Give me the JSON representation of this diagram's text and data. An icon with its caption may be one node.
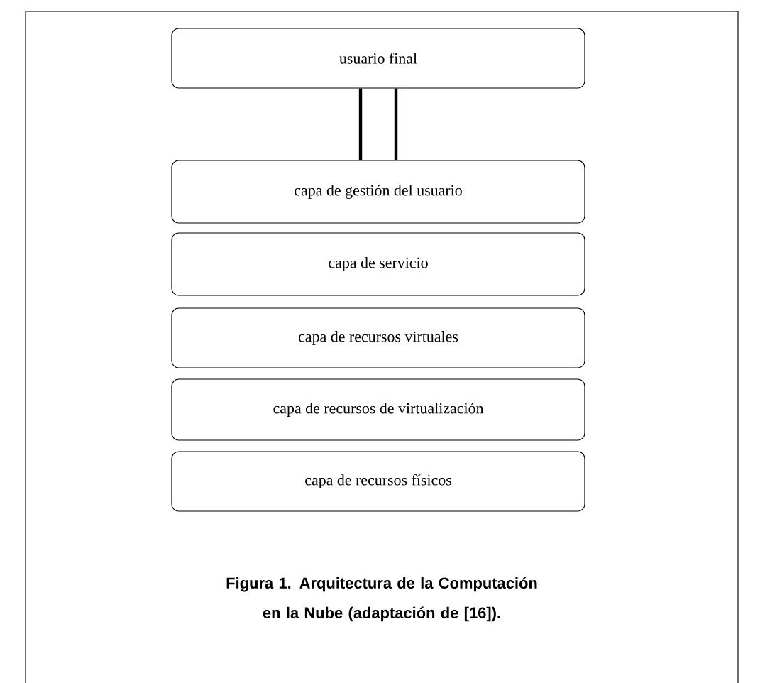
{
  "diagram": {
    "caption": "Figura 1.  Arquitectura de la Computación en la Nube (adaptación de [16]).",
    "nodes": [
      {
        "text": [
          "usuario final"
        ]
      },
      {
        "text": [
          "capa de gestión del usuario"
        ]
      },
      {
        "text": [
          "capa de servicio"
        ]
      },
      {
        "text": [
          "capa de recursos virtuales"
        ]
      },
      {
        "text": [
          "capa de recursos de virtualización"
        ]
      },
      {
        "text": [
          "capa de recursos físicos"
        ]
      }
    ],
    "edges": [
      {
        "from": 0,
        "to": 1,
        "arrow": "none"
      },
      {
        "from": 0,
        "to": 1,
        "arrow": "none"
      }
    ]
  }
}
